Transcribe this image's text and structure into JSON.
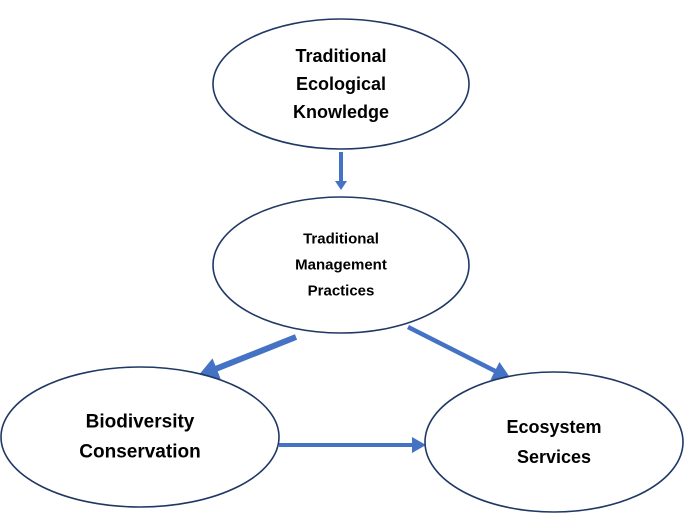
{
  "diagram": {
    "colors": {
      "node_border": "#1f3864",
      "node_fill": "#ffffff",
      "arrow": "#4472c4",
      "text": "#000000"
    },
    "nodes": [
      {
        "id": "tek",
        "lines": [
          "Traditional",
          "Ecological",
          "Knowledge"
        ]
      },
      {
        "id": "tmp",
        "lines": [
          "Traditional",
          "Management",
          "Practices"
        ]
      },
      {
        "id": "bc",
        "lines": [
          "Biodiversity",
          "Conservation"
        ]
      },
      {
        "id": "es",
        "lines": [
          "Ecosystem",
          "Services"
        ]
      }
    ],
    "edges": [
      {
        "from": "tek",
        "to": "tmp"
      },
      {
        "from": "tmp",
        "to": "bc"
      },
      {
        "from": "tmp",
        "to": "es"
      },
      {
        "from": "bc",
        "to": "es"
      }
    ]
  }
}
